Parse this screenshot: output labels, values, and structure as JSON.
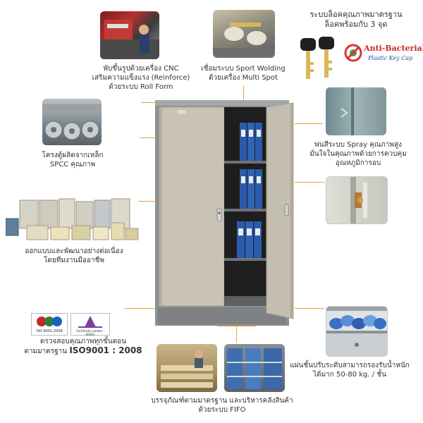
{
  "features": {
    "cnc": {
      "line1": "พับขึ้นรูปด้วยเครื่อง CNC",
      "line2": "เสริมความแข็งแรง (Reinforce)",
      "line3": "ด้วยระบบ Roll Form"
    },
    "welding": {
      "line1": "เชื่อมระบบ Sport Wolding",
      "line2": "ด้วยเครื่อง Multi Spot"
    },
    "lock": {
      "line1": "ระบบล็อคคุณภาพมาตรฐาน",
      "line2": "ล็อคพร้อมกับ 3 จุด"
    },
    "steel": {
      "line1": "โครงตู้ผลิตจากเหล็ก",
      "line2": "SPCC คุณภาพ"
    },
    "spray": {
      "line1": "พ่นสีระบบ Spray คุณภาพสูง",
      "line2": "มั่นใจในคุณภาพด้วยการควบคุม",
      "line3": "อุณหภูมิการอบ"
    },
    "design": {
      "line1": "ออกแบบและพัฒนาอย่างต่อเนื่อง",
      "line2": "โดยทีมงานมืออาชีพ"
    },
    "iso": {
      "line1": "ตรวจสอบคุณภาพทุกขั้นตอน",
      "line2_prefix": "ตามมาตรฐาน",
      "line2_bold": "ISO9001 : 2008",
      "badge1": "ISO 9001:2008",
      "badge2": "Certificate number : 00001"
    },
    "shelf": {
      "line1": "แผ่นชั้นปรับระดับสามารถรองรับน้ำหนัก",
      "line2": "ได้มาก 50-80 kg. / ชั้น"
    },
    "packing": {
      "line1": "บรรจุภัณฑ์ตามมาตรฐาน และบริหารคลังสินค้า",
      "line2": "ด้วยระบบ FIFO"
    }
  },
  "anti_bacterial": {
    "title": "Anti-Bacterial",
    "subtitle": "Plastic Key Cap"
  },
  "colors": {
    "accent": "#e8a23a",
    "cabinet_frame": "#8d9194",
    "door": "#c9c3b5",
    "binder": "#2b5cab"
  }
}
